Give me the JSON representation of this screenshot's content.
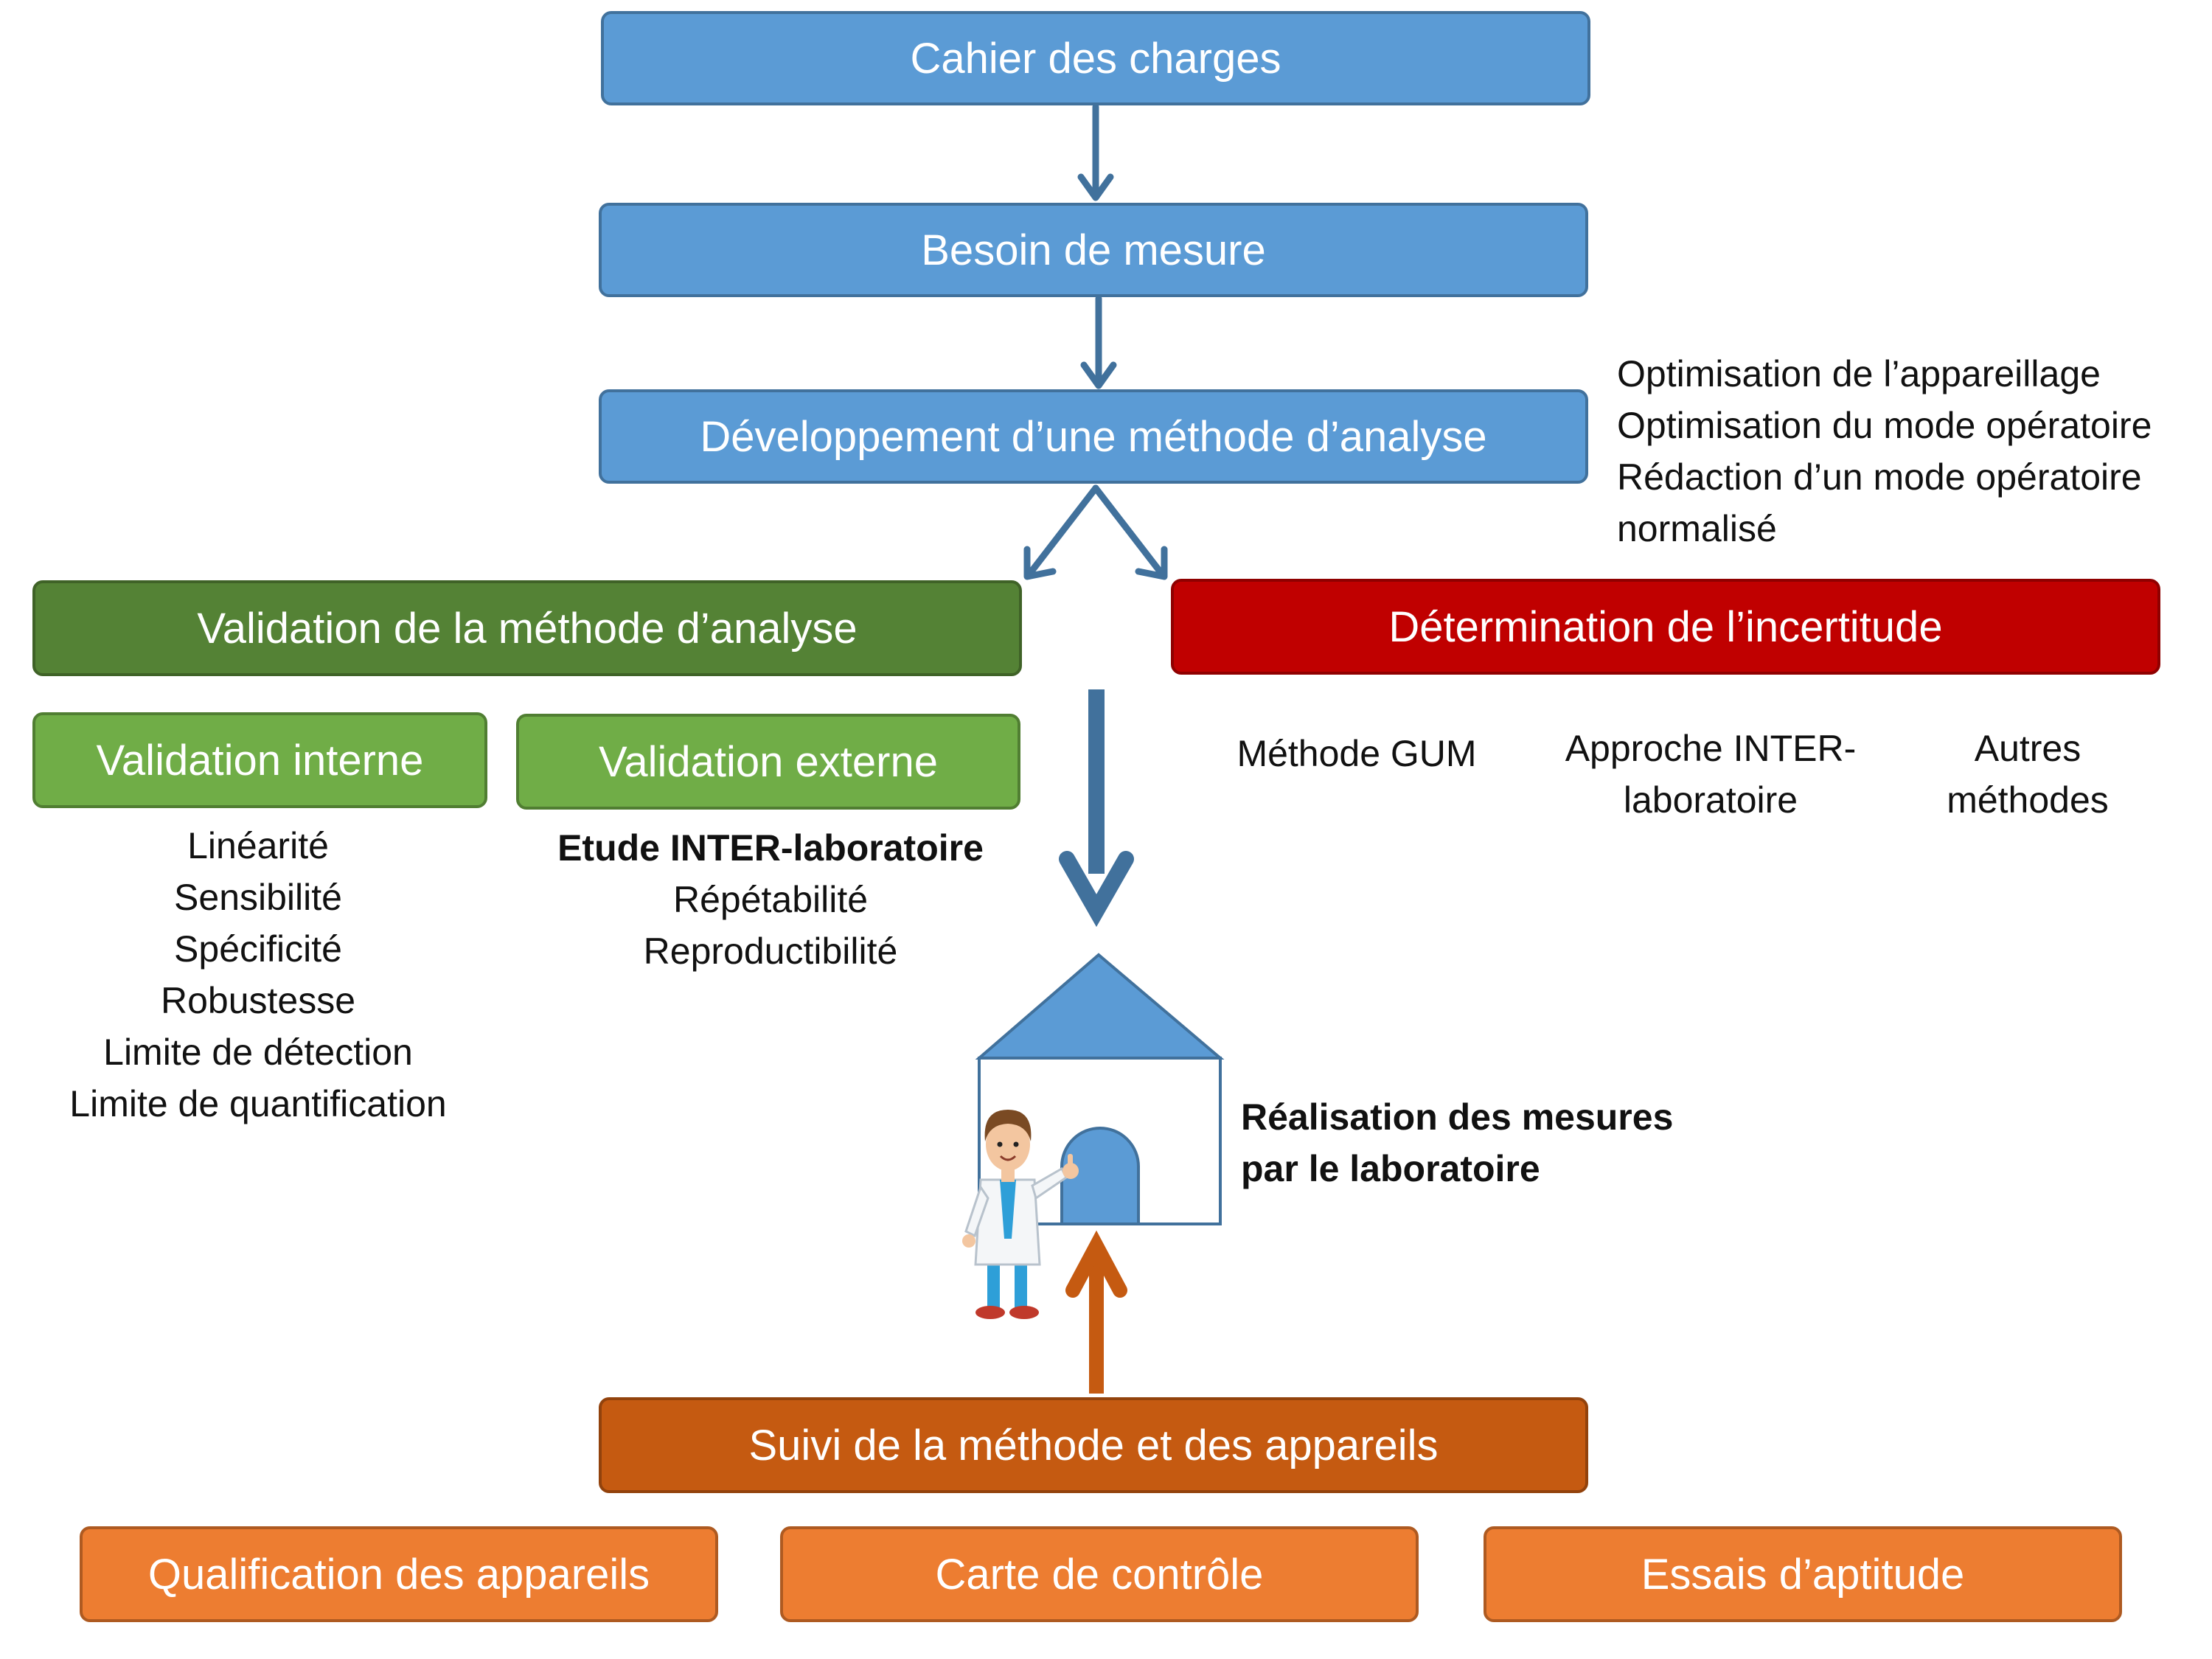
{
  "flow": {
    "cahier": "Cahier des charges",
    "besoin": "Besoin de mesure",
    "developpement": "Développement d’une méthode d’analyse",
    "validation": "Validation de la méthode d’analyse",
    "incertitude": "Détermination de l’incertitude",
    "validation_interne": "Validation interne",
    "validation_externe": "Validation externe",
    "suivi": "Suivi de la méthode et des appareils",
    "qualification": "Qualification des appareils",
    "carte": "Carte de contrôle",
    "essais": "Essais d’aptitude"
  },
  "optimisation": {
    "lines": [
      "Optimisation de l’appareillage",
      "Optimisation du mode opératoire",
      "Rédaction d’un mode opératoire",
      "normalisé"
    ]
  },
  "interne": {
    "items": [
      "Linéarité",
      "Sensibilité",
      "Spécificité",
      "Robustesse",
      "Limite de détection",
      "Limite de quantification"
    ]
  },
  "externe": {
    "title": "Etude INTER-laboratoire",
    "items": [
      "Répétabilité",
      "Reproductibilité"
    ]
  },
  "methodes": {
    "gum": "Méthode GUM",
    "approche_1": "Approche INTER-",
    "approche_2": "laboratoire",
    "autres_1": "Autres",
    "autres_2": "méthodes"
  },
  "labo": {
    "line1": "Réalisation des mesures",
    "line2": "par le laboratoire"
  },
  "colors": {
    "blue": "#5b9bd5",
    "dark_green": "#548235",
    "red": "#c00000",
    "light_green": "#70ad47",
    "dark_orange": "#c55a11",
    "orange": "#ed7d31",
    "arrow_blue": "#41719c"
  }
}
